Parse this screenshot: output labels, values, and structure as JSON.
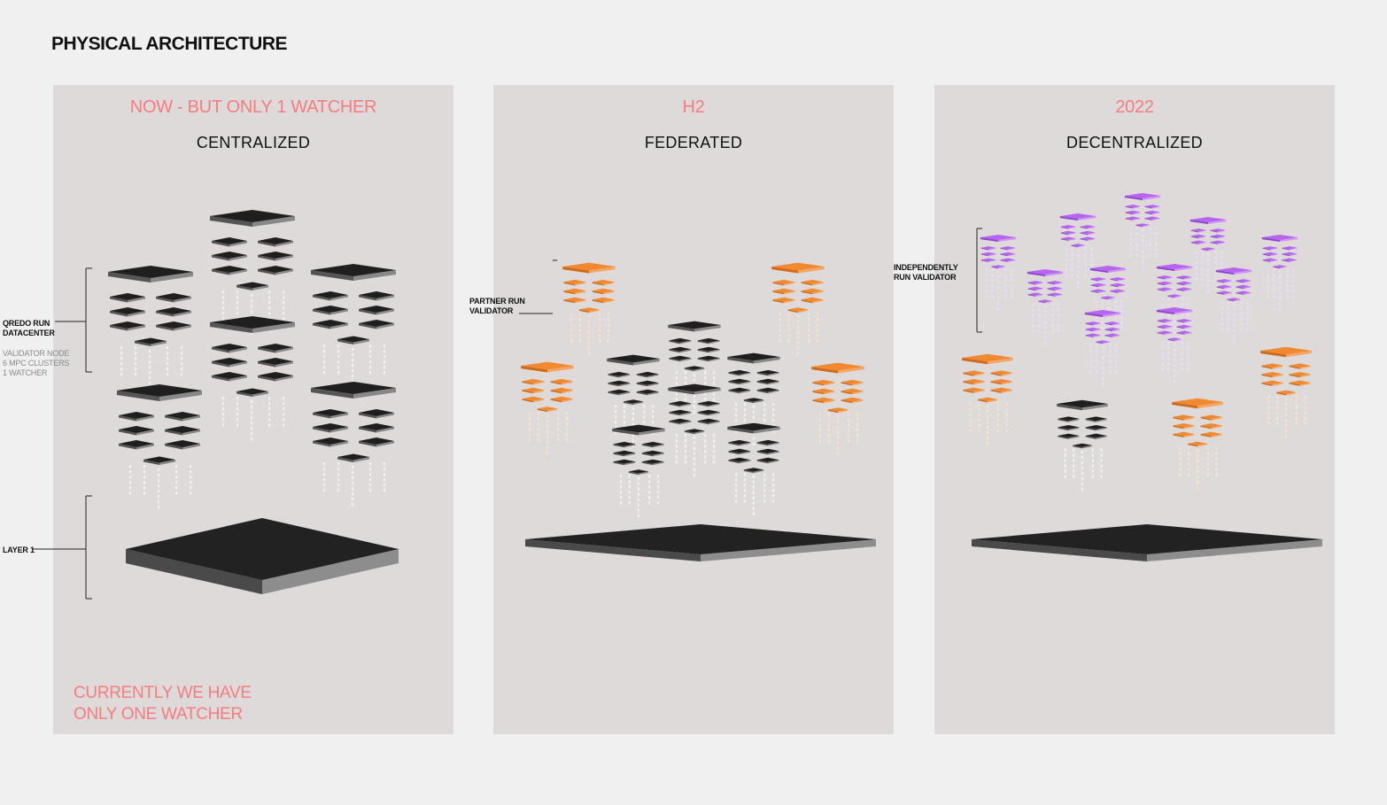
{
  "title": "PHYSICAL ARCHITECTURE",
  "panels": [
    {
      "phase": "NOW - BUT ONLY 1 WATCHER",
      "kind": "CENTRALIZED",
      "note_line1": "CURRENTLY WE HAVE",
      "note_line2": "ONLY ONE WATCHER"
    },
    {
      "phase": "H2",
      "kind": "FEDERATED"
    },
    {
      "phase": "2022",
      "kind": "DECENTRALIZED"
    }
  ],
  "labels": {
    "datacenter_line1": "QREDO RUN",
    "datacenter_line2": "DATACENTER",
    "node_line1": "VALIDATOR NODE",
    "node_line2": "6 MPC CLUSTERS",
    "node_line3": "1 WATCHER",
    "layer1": "LAYER 1",
    "partner_line1": "PARTNER RUN",
    "partner_line2": "VALIDATOR",
    "indep_line1": "INDEPENDENTLY",
    "indep_line2": "RUN VALIDATOR"
  },
  "colors": {
    "accent": "#f57c7f",
    "panel_bg": "#dddad9",
    "dark": "#222222",
    "orange": "#f08a32",
    "purple": "#b765f0"
  }
}
